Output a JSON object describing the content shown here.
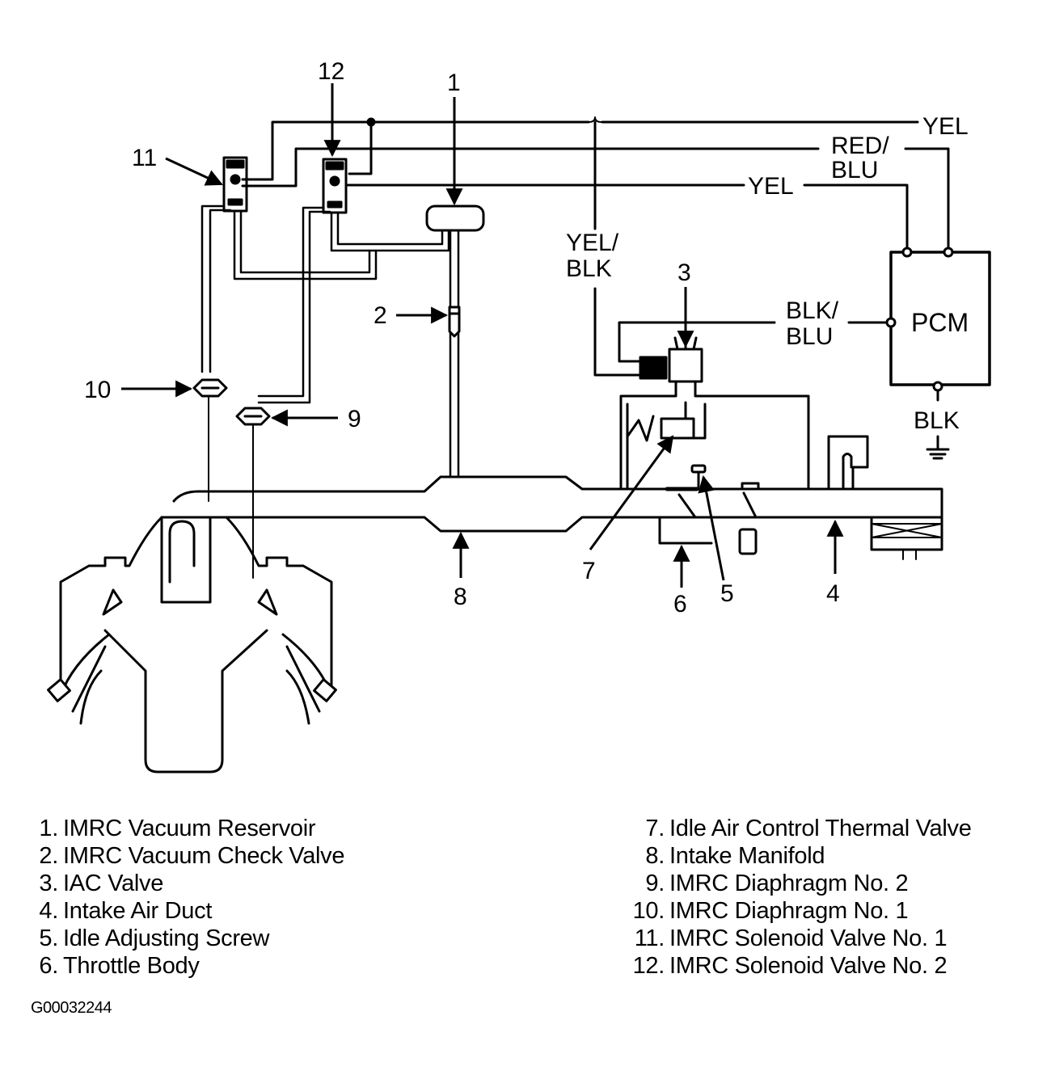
{
  "diagram": {
    "callouts": [
      "1",
      "2",
      "3",
      "4",
      "5",
      "6",
      "7",
      "8",
      "9",
      "10",
      "11",
      "12"
    ],
    "wire_labels": {
      "yel_top": "YEL",
      "red_blu_1": "RED/",
      "red_blu_2": "BLU",
      "yel_mid": "YEL",
      "yel_blk_1": "YEL/",
      "yel_blk_2": "BLK",
      "blk_blu_1": "BLK/",
      "blk_blu_2": "BLU",
      "blk_ground": "BLK"
    },
    "pcm_label": "PCM"
  },
  "legend": {
    "left": [
      {
        "num": "1.",
        "text": "IMRC Vacuum Reservoir"
      },
      {
        "num": "2.",
        "text": "IMRC Vacuum Check Valve"
      },
      {
        "num": "3.",
        "text": "IAC Valve"
      },
      {
        "num": "4.",
        "text": "Intake Air Duct"
      },
      {
        "num": "5.",
        "text": "Idle Adjusting Screw"
      },
      {
        "num": "6.",
        "text": "Throttle Body"
      }
    ],
    "right": [
      {
        "num": "7.",
        "text": "Idle Air Control Thermal Valve"
      },
      {
        "num": "8.",
        "text": "Intake Manifold"
      },
      {
        "num": "9.",
        "text": "IMRC Diaphragm No. 2"
      },
      {
        "num": "10.",
        "text": "IMRC Diaphragm No. 1"
      },
      {
        "num": "11.",
        "text": "IMRC Solenoid Valve No. 1"
      },
      {
        "num": "12.",
        "text": "IMRC Solenoid Valve No. 2"
      }
    ]
  },
  "figure_id": "G00032244"
}
